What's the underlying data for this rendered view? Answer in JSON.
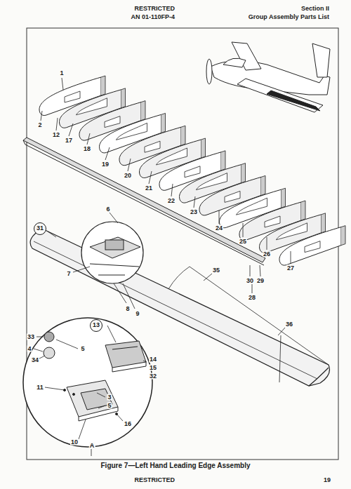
{
  "diagram": {
    "caption": "Figure 7—Left Hand Leading Edge Assembly",
    "nodes": [
      {
        "text": [
          "31"
        ]
      },
      {
        "text": [
          "13"
        ]
      }
    ],
    "labels": [
      "RESTRICTED",
      "AN 01-110FP-4",
      "Section II",
      "Group Assembly Parts List",
      "1",
      "2",
      "12",
      "17",
      "18",
      "19",
      "20",
      "21",
      "22",
      "23",
      "24",
      "25",
      "26",
      "27",
      "28",
      "30",
      "29",
      "6",
      "7",
      "8",
      "9",
      "35",
      "36",
      "33",
      "4",
      "34",
      "5",
      "14",
      "15",
      "32",
      "11",
      "3",
      "5",
      "16",
      "10",
      "A",
      "19",
      "RESTRICTED"
    ]
  }
}
